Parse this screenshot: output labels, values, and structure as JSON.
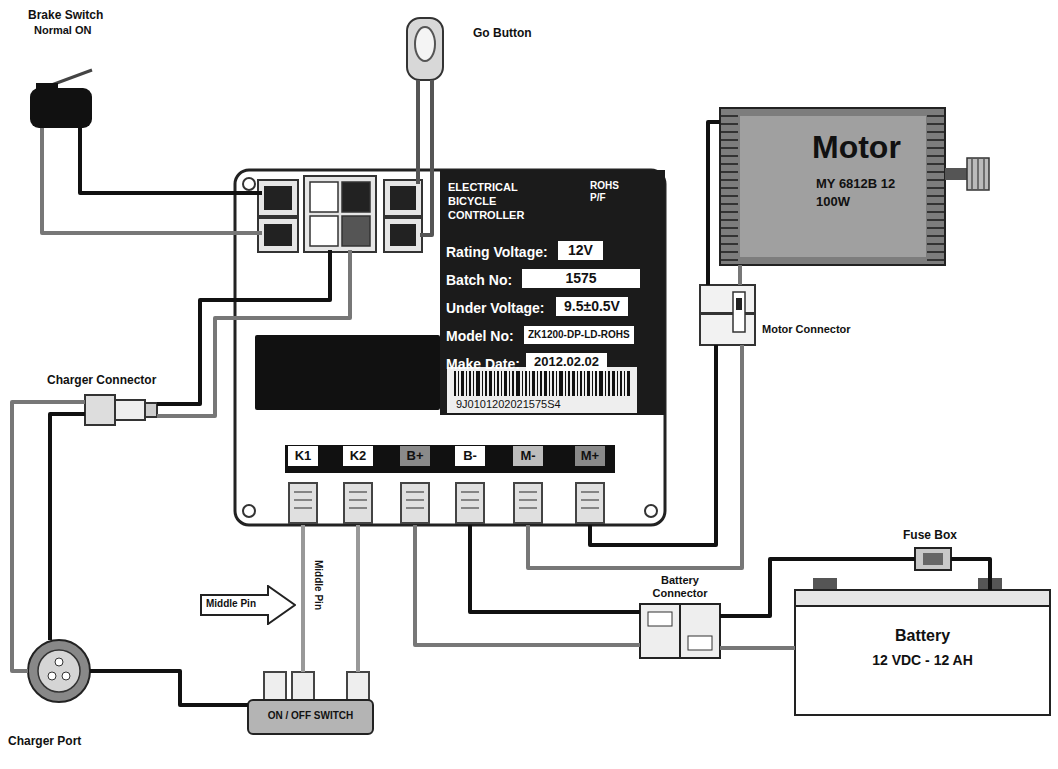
{
  "diagram": {
    "nodes": [
      {
        "text": [
          "Brake Switch",
          "Normal ON"
        ]
      },
      {
        "text": [
          "Go Button"
        ]
      },
      {
        "text": [
          "K1",
          "K2",
          "B+",
          "B-",
          "M-",
          "M+"
        ]
      },
      {
        "text": [
          "ELECTRICAL BICYCLE CONTROLLER",
          "ROHS P/F",
          "Rating Voltage:",
          "12V",
          "Batch No:",
          "1575",
          "Under Voltage:",
          "9.5±0.5V",
          "Model No:",
          "ZK1200-DP-LD-ROHS",
          "Make Date:",
          "2012.02.02",
          "9J0101202021575S4"
        ],
        "in": 2
      },
      {
        "text": [
          "Motor",
          "MY 6812B 12",
          "100W"
        ]
      },
      {
        "text": [
          "Motor Connector"
        ]
      },
      {
        "text": [
          "Charger Connector"
        ]
      },
      {
        "text": [
          "Middle Pin"
        ]
      },
      {
        "text": [
          "Fuse Box"
        ]
      },
      {
        "text": [
          "Battery Connector"
        ]
      },
      {
        "text": [
          "Battery",
          "12 VDC - 12 AH"
        ]
      },
      {
        "text": [
          "Charger Port"
        ]
      },
      {
        "text": [
          "ON / OFF SWITCH"
        ]
      }
    ],
    "edges": [
      {
        "from": 0,
        "to": 2,
        "arrow": "none"
      },
      {
        "from": 0,
        "to": 2,
        "arrow": "none"
      },
      {
        "from": 1,
        "to": 2,
        "arrow": "none"
      },
      {
        "from": 1,
        "to": 2,
        "arrow": "none"
      },
      {
        "from": 6,
        "to": 2,
        "arrow": "none"
      },
      {
        "from": 6,
        "to": 2,
        "arrow": "none"
      },
      {
        "from": 6,
        "to": 11,
        "arrow": "none"
      },
      {
        "from": 6,
        "to": 11,
        "arrow": "none"
      },
      {
        "from": 2,
        "to": 12,
        "arrow": "none"
      },
      {
        "from": 2,
        "to": 12,
        "arrow": "none"
      },
      {
        "from": 2,
        "to": 9,
        "arrow": "none"
      },
      {
        "from": 2,
        "to": 9,
        "arrow": "none"
      },
      {
        "from": 2,
        "to": 5,
        "arrow": "none"
      },
      {
        "from": 2,
        "to": 5,
        "arrow": "none"
      },
      {
        "from": 4,
        "to": 5,
        "arrow": "none"
      },
      {
        "from": 4,
        "to": 5,
        "arrow": "none"
      },
      {
        "from": 9,
        "to": 8,
        "arrow": "none"
      },
      {
        "from": 8,
        "to": 10,
        "arrow": "none"
      },
      {
        "from": 9,
        "to": 10,
        "arrow": "none"
      },
      {
        "from": 11,
        "to": 12,
        "arrow": "none"
      }
    ],
    "labels": [
      "Middle Pin"
    ]
  }
}
